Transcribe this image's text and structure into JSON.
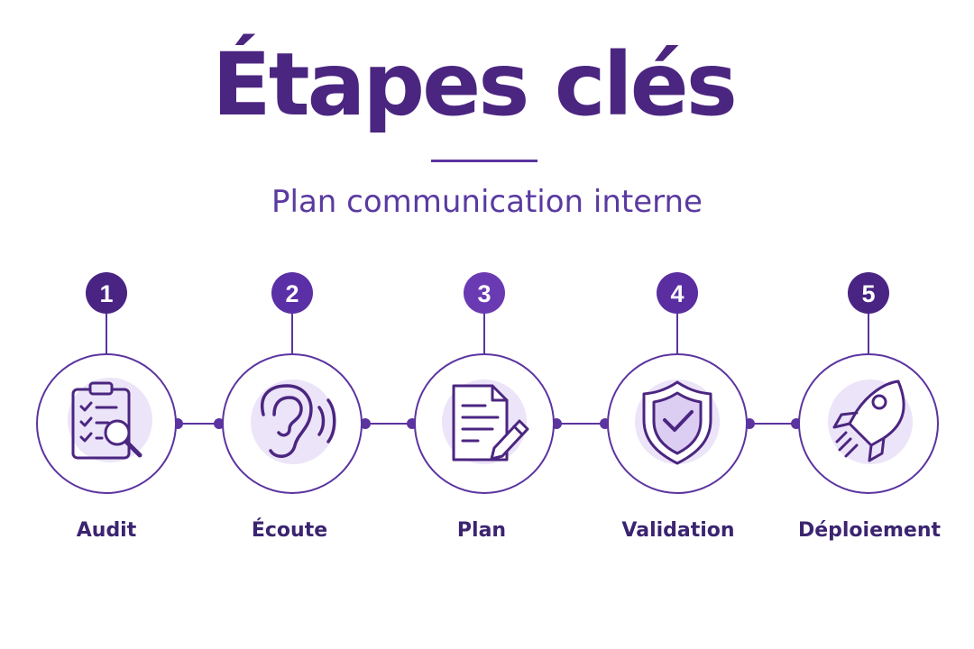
{
  "header": {
    "title": "Étapes clés",
    "subtitle": "Plan communication interne"
  },
  "colors": {
    "primary": "#4b2680",
    "badge": "#5b2fa6",
    "line": "#5b34a0",
    "icon_bg": "#ece4f8",
    "label": "#3b2470"
  },
  "steps": [
    {
      "number": "1",
      "label": "Audit",
      "icon": "clipboard-search-icon"
    },
    {
      "number": "2",
      "label": "Écoute",
      "icon": "ear-icon"
    },
    {
      "number": "3",
      "label": "Plan",
      "icon": "document-pencil-icon"
    },
    {
      "number": "4",
      "label": "Validation",
      "icon": "shield-check-icon"
    },
    {
      "number": "5",
      "label": "Déploiement",
      "icon": "rocket-icon"
    }
  ]
}
